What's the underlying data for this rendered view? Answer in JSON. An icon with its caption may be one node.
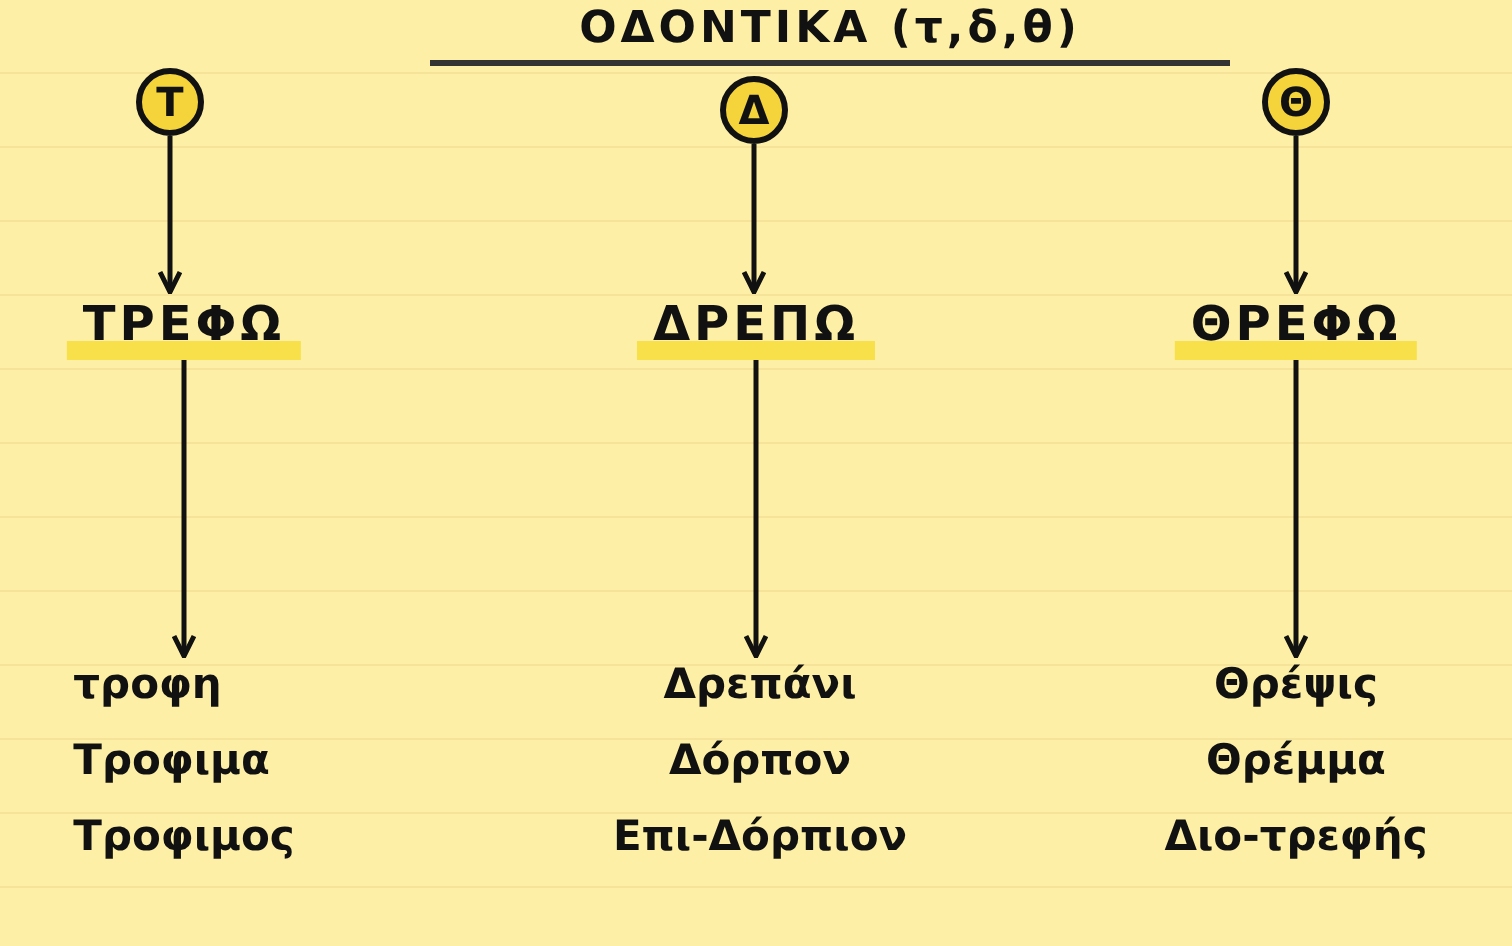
{
  "diagram": {
    "title": "ΟΔΟΝΤΙΚΑ (τ,δ,θ)",
    "nodes": [
      {
        "text": [
          "Τ"
        ]
      },
      {
        "text": [
          "Δ"
        ]
      },
      {
        "text": [
          "Θ"
        ]
      },
      {
        "text": [
          "ΤΡΕΦΩ"
        ]
      },
      {
        "text": [
          "ΔΡΕΠΩ"
        ]
      },
      {
        "text": [
          "ΘΡΕΦΩ"
        ]
      },
      {
        "text": [
          "τροφη",
          "Τροφιμα",
          "Τροφιμος"
        ]
      },
      {
        "text": [
          "Δρεπάνι",
          "Δόρπον",
          "Επι-Δόρπιον"
        ]
      },
      {
        "text": [
          "Θρέψις",
          "Θρέμμα",
          "Διο-τρεφής"
        ]
      }
    ],
    "edges": [
      {
        "from": 0,
        "to": 3,
        "arrow": "to"
      },
      {
        "from": 1,
        "to": 4,
        "arrow": "to"
      },
      {
        "from": 2,
        "to": 5,
        "arrow": "to"
      },
      {
        "from": 3,
        "to": 6,
        "arrow": "to"
      },
      {
        "from": 4,
        "to": 7,
        "arrow": "to"
      },
      {
        "from": 5,
        "to": 8,
        "arrow": "to"
      }
    ]
  }
}
